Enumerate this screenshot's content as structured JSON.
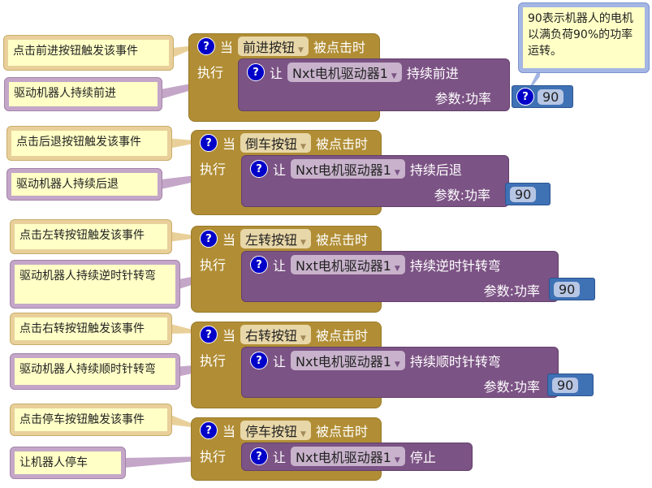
{
  "blocks": [
    {
      "when": "当",
      "button": "前进按钮",
      "event": "被点击时",
      "do": "执行",
      "set": "让",
      "motor": "Nxt电机驱动器1",
      "action": "持续前进",
      "param": "参数:功率",
      "value": "90",
      "comment_event": "点击前进按钮触发该事件",
      "comment_action": "驱动机器人持续前进"
    },
    {
      "when": "当",
      "button": "倒车按钮",
      "event": "被点击时",
      "do": "执行",
      "set": "让",
      "motor": "Nxt电机驱动器1",
      "action": "持续后退",
      "param": "参数:功率",
      "value": "90",
      "comment_event": "点击后退按钮触发该事件",
      "comment_action": "驱动机器人持续后退"
    },
    {
      "when": "当",
      "button": "左转按钮",
      "event": "被点击时",
      "do": "执行",
      "set": "让",
      "motor": "Nxt电机驱动器1",
      "action": "持续逆时针转弯",
      "param": "参数:功率",
      "value": "90",
      "comment_event": "点击左转按钮触发该事件",
      "comment_action": "驱动机器人持续逆时针转弯"
    },
    {
      "when": "当",
      "button": "右转按钮",
      "event": "被点击时",
      "do": "执行",
      "set": "让",
      "motor": "Nxt电机驱动器1",
      "action": "持续顺时针转弯",
      "param": "参数:功率",
      "value": "90",
      "comment_event": "点击右转按钮触发该事件",
      "comment_action": "驱动机器人持续顺时针转弯"
    },
    {
      "when": "当",
      "button": "停车按钮",
      "event": "被点击时",
      "do": "执行",
      "set": "让",
      "motor": "Nxt电机驱动器1",
      "action": "停止",
      "comment_event": "点击停车按钮触发该事件",
      "comment_action": "让机器人停车"
    }
  ],
  "value_comment": "90表示机器人的电机以满负荷90%的功率运转。",
  "colors": {
    "event": "#b18e35",
    "motor": "#7c5385",
    "number": "#3f71b5",
    "comment": "#ffffc6"
  }
}
